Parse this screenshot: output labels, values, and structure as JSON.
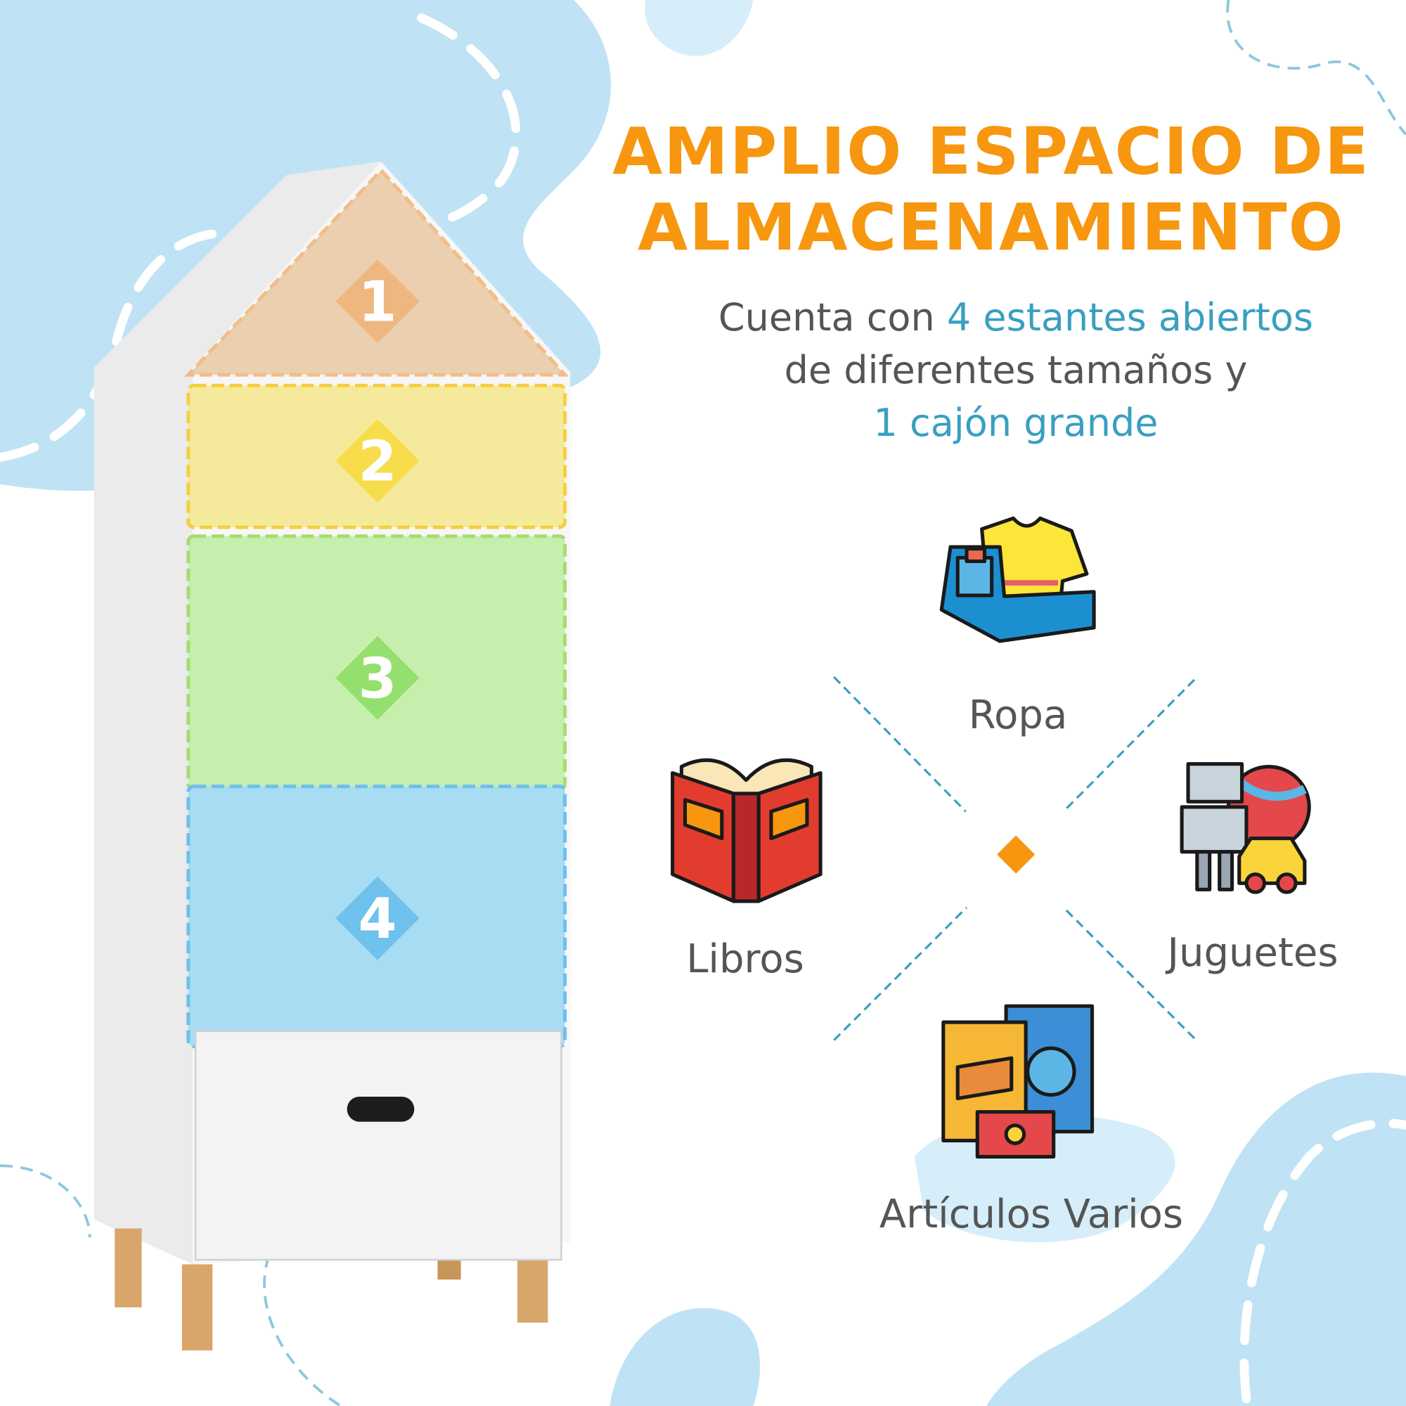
{
  "headline": {
    "line1": "AMPLIO ESPACIO DE",
    "line2": "ALMACENAMIENTO"
  },
  "subtitle": {
    "l1_plain": "Cuenta con ",
    "l1_highlight": "4 estantes abiertos",
    "l2_plain": "de diferentes tamaños y",
    "l3_highlight": "1 cajón grande"
  },
  "shelves": [
    {
      "number": "1",
      "color": "#e9b98a"
    },
    {
      "number": "2",
      "color": "#f7e36a"
    },
    {
      "number": "3",
      "color": "#9be07a"
    },
    {
      "number": "4",
      "color": "#7cc4ee"
    }
  ],
  "categories": [
    {
      "label": "Ropa",
      "icon": "clothes-icon"
    },
    {
      "label": "Libros",
      "icon": "book-icon"
    },
    {
      "label": "Juguetes",
      "icon": "toys-icon"
    },
    {
      "label": "Artículos Varios",
      "icon": "snacks-icon"
    }
  ],
  "colors": {
    "accent": "#f7960f",
    "highlight": "#3a9fc0",
    "blob": "#bfe3f4"
  }
}
